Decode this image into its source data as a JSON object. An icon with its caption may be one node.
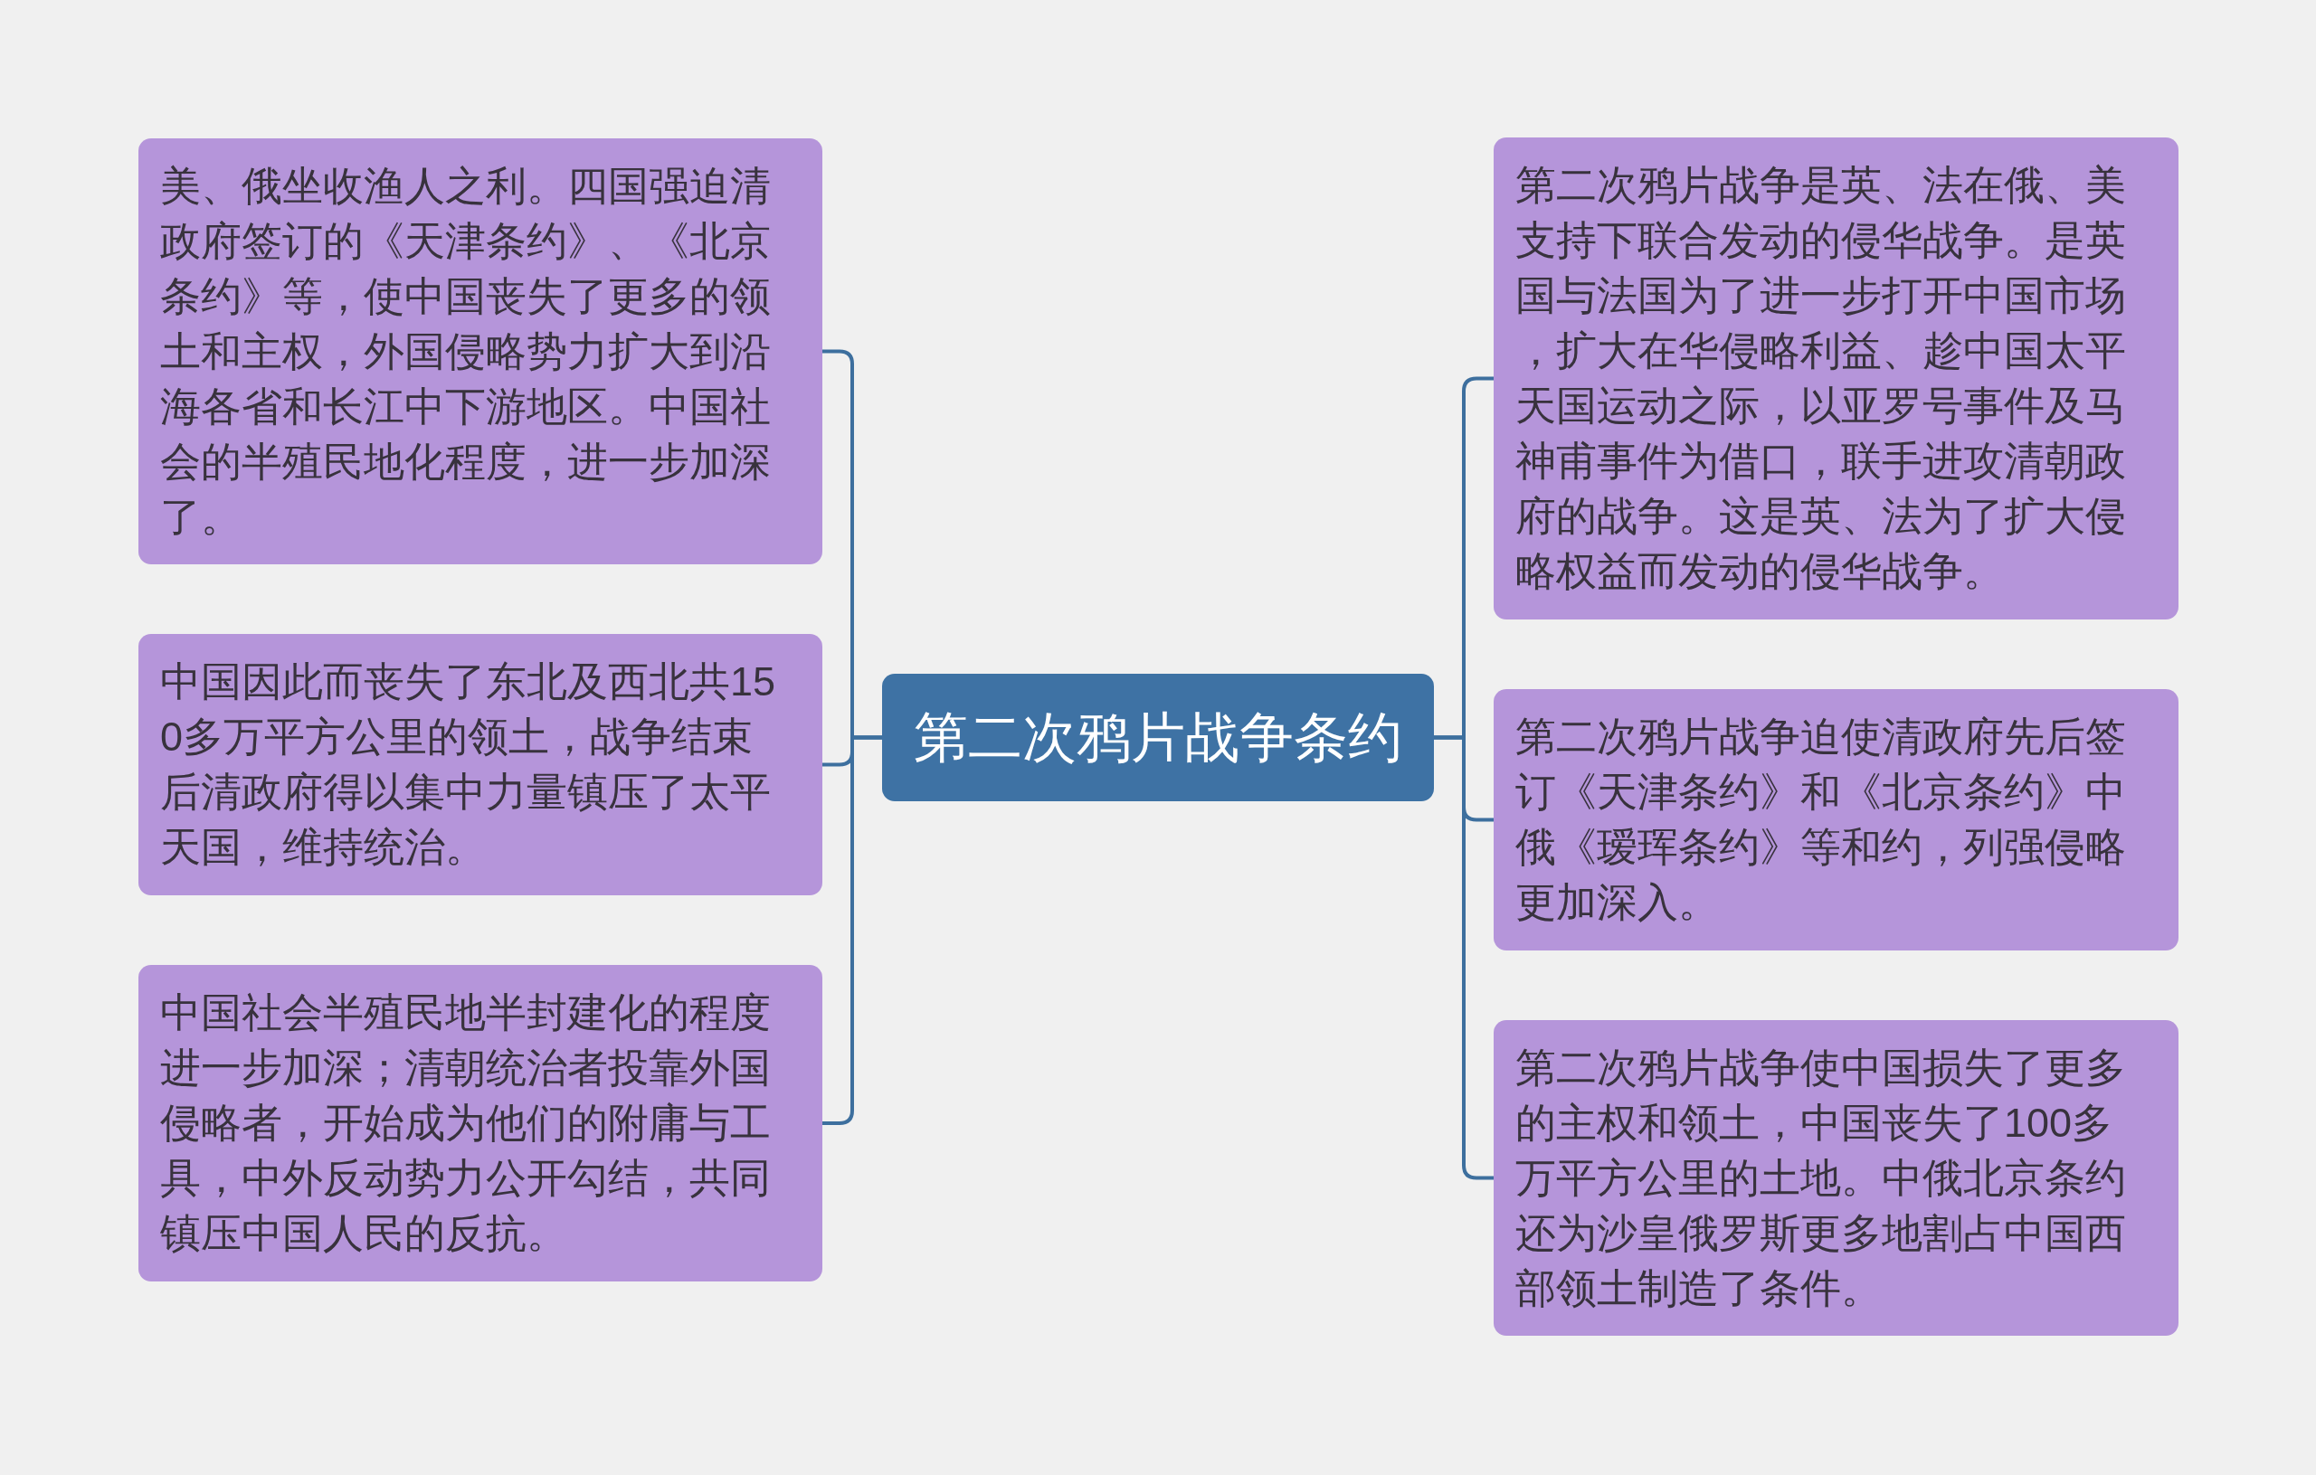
{
  "diagram": {
    "nodes": [
      {
        "text": [
          "第二次鸦片战争条约"
        ]
      },
      {
        "text": [
          "美、俄坐收渔人之利。四国强迫清政府签订的《天津条约》、《北京条约》等，使中国丧失了更多的领土和主权，外国侵略势力扩大到沿海各省和长江中下游地区。中国社会的半殖民地化程度，进一步加深了。"
        ]
      },
      {
        "text": [
          "中国因此而丧失了东北及西北共150多万平方公里的领土，战争结束后清政府得以集中力量镇压了太平天国，维持统治。"
        ]
      },
      {
        "text": [
          "中国社会半殖民地半封建化的程度进一步加深；清朝统治者投靠外国侵略者，开始成为他们的附庸与工具，中外反动势力公开勾结，共同镇压中国人民的反抗。"
        ]
      },
      {
        "text": [
          "第二次鸦片战争是英、法在俄、美支持下联合发动的侵华战争。是英国与法国为了进一步打开中国市场，扩大在华侵略利益、趁中国太平天国运动之际，以亚罗号事件及马神甫事件为借口，联手进攻清朝政府的战争。这是英、法为了扩大侵略权益而发动的侵华战争。"
        ]
      },
      {
        "text": [
          "第二次鸦片战争迫使清政府先后签订《天津条约》和《北京条约》中俄《瑷珲条约》等和约，列强侵略更加深入。"
        ]
      },
      {
        "text": [
          "第二次鸦片战争使中国损失了更多的主权和领土，中国丧失了100多万平方公里的土地。中俄北京条约还为沙皇俄罗斯更多地割占中国西部领土制造了条件。"
        ]
      }
    ],
    "edges": [
      {
        "from": 0,
        "to": 1,
        "arrow": "none"
      },
      {
        "from": 0,
        "to": 2,
        "arrow": "none"
      },
      {
        "from": 0,
        "to": 3,
        "arrow": "none"
      },
      {
        "from": 0,
        "to": 4,
        "arrow": "none"
      },
      {
        "from": 0,
        "to": 5,
        "arrow": "none"
      },
      {
        "from": 0,
        "to": 6,
        "arrow": "none"
      }
    ]
  }
}
